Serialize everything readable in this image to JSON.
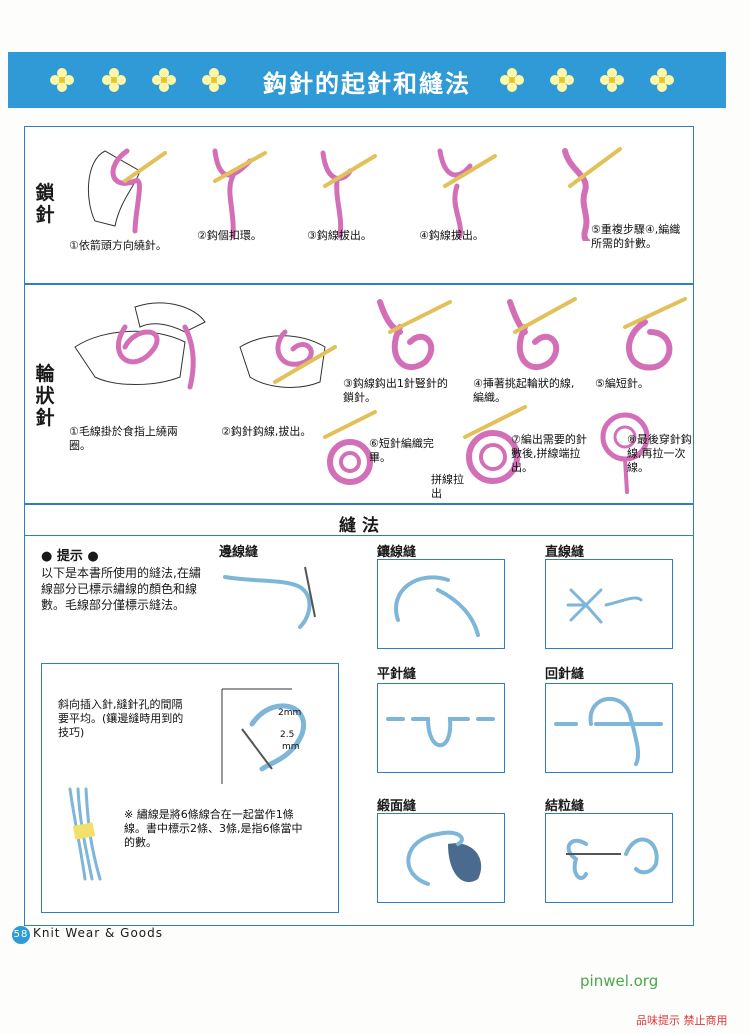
{
  "header": {
    "title": "鈎針的起針和縫法"
  },
  "chain": {
    "label": "鎖針",
    "captions": [
      "①依箭頭方向繞針。",
      "②鈎個扣環。",
      "③鈎線拔出。",
      "④鈎線拔出。",
      "⑤重複步驟④,編織所需的針數。"
    ]
  },
  "ring": {
    "label": "輪狀針",
    "captions": [
      "①毛線掛於食指上繞兩圈。",
      "②鈎針鈎線,拔出。",
      "③鈎線鈎出1針豎針的鎖針。",
      "④挿著挑起輪狀的線,編織。",
      "⑤編短針。",
      "⑥短針編織完畢。",
      "⑦編出需要的針數後,拼線端拉出。",
      "⑧最後穿針鈎線,再拉一次線。"
    ],
    "pull_note": "拼線拉出"
  },
  "sewing": {
    "title": "縫 法",
    "hint_title": "● 提示 ●",
    "hint_text": "以下是本書所使用的縫法,在繡線部分已標示繡線的顏色和線數。毛線部分僅標示縫法。",
    "tip_text": "斜向插入針,縫針孔的間隔要平均。(鑲邊縫時用到的技巧)",
    "tip_measure": [
      "2mm",
      "2.5",
      "mm"
    ],
    "thread_note": "※ 繡線是將6條線合在一起當作1條線。書中標示2條、3條,是指6條當中的數。",
    "stitches": [
      "邊線縫",
      "鑲線縫",
      "直線縫",
      "平針縫",
      "回針縫",
      "緞面縫",
      "結粒縫"
    ]
  },
  "footer": {
    "page_number": "58",
    "brand": "Knit Wear & Goods"
  },
  "watermark": {
    "site": "pinwel.org",
    "note": "品味提示 禁止商用"
  }
}
